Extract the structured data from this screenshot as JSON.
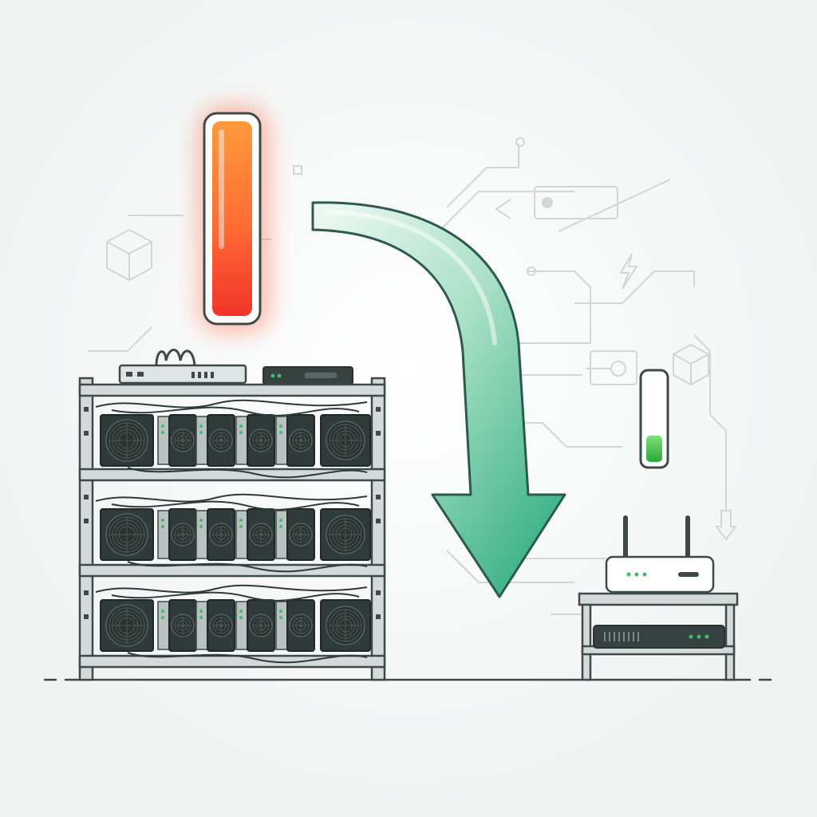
{
  "scene": {
    "description_colors": {
      "background": "#f2f5f4",
      "outline": "#3d4a48",
      "frame": "#c9d0cf",
      "miner_body": "#2f3a3b",
      "miner_side": "#b9c2c1",
      "led_green": "#3fbf6a",
      "arrow_light": "#bfe6d3",
      "arrow_dark": "#2bae7e",
      "circuit": "#c5d3d0"
    },
    "high_power_meter": {
      "level_fraction": 1.0,
      "gradient_top": "#ff9a3d",
      "gradient_bottom": "#f2332a",
      "glow": "#ff6b4a"
    },
    "low_power_meter": {
      "level_fraction": 0.28,
      "fill_color": "#39c04a"
    },
    "icons": [
      "cube-icon",
      "lightning-icon",
      "download-icon",
      "circuit-lines",
      "mining-rig",
      "wifi-router",
      "network-box",
      "down-arrow"
    ]
  }
}
